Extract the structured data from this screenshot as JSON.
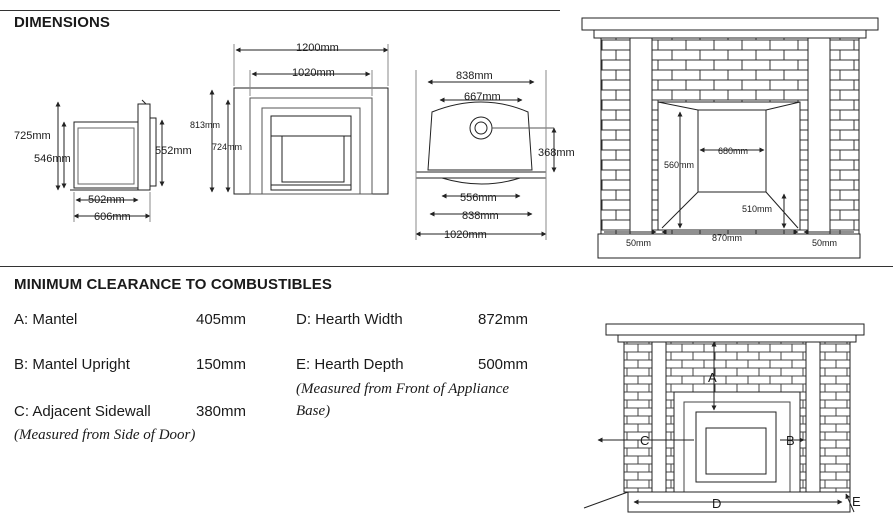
{
  "sections": {
    "dimensions_title": "DIMENSIONS",
    "clearance_title": "MINIMUM CLEARANCE TO COMBUSTIBLES"
  },
  "side_view": {
    "height_overall": "725mm",
    "height_body": "546mm",
    "height_front": "552mm",
    "depth_body": "502mm",
    "depth_overall": "606mm"
  },
  "front_view": {
    "width_surround": "1200mm",
    "width_inner": "1020mm",
    "height_surround": "813mm",
    "height_inner": "724mm"
  },
  "top_view": {
    "width_top": "838mm",
    "width_mid": "667mm",
    "flue_height": "368mm",
    "width_base": "556mm",
    "width_bottom": "838mm",
    "width_overall": "1020mm"
  },
  "opening_view": {
    "back_width": "680mm",
    "height": "560mm",
    "depth": "510mm",
    "front_width": "870mm",
    "left_hearth": "50mm",
    "right_hearth": "50mm"
  },
  "clearances": {
    "a_letter": "A:",
    "a_label": "Mantel",
    "a_value": "405mm",
    "b_letter": "B:",
    "b_label": "Mantel Upright",
    "b_value": "150mm",
    "c_letter": "C:",
    "c_label": "Adjacent Sidewall",
    "c_value": "380mm",
    "c_note": "(Measured from Side of Door)",
    "d_letter": "D:",
    "d_label": "Hearth Width",
    "d_value": "872mm",
    "e_letter": "E:",
    "e_label": "Hearth Depth",
    "e_value": "500mm",
    "e_note_line1": "(Measured from Front of Appliance",
    "e_note_line2": "Base)"
  },
  "diagram_letters": {
    "a": "A",
    "b": "B",
    "c": "C",
    "d": "D",
    "e": "E"
  }
}
